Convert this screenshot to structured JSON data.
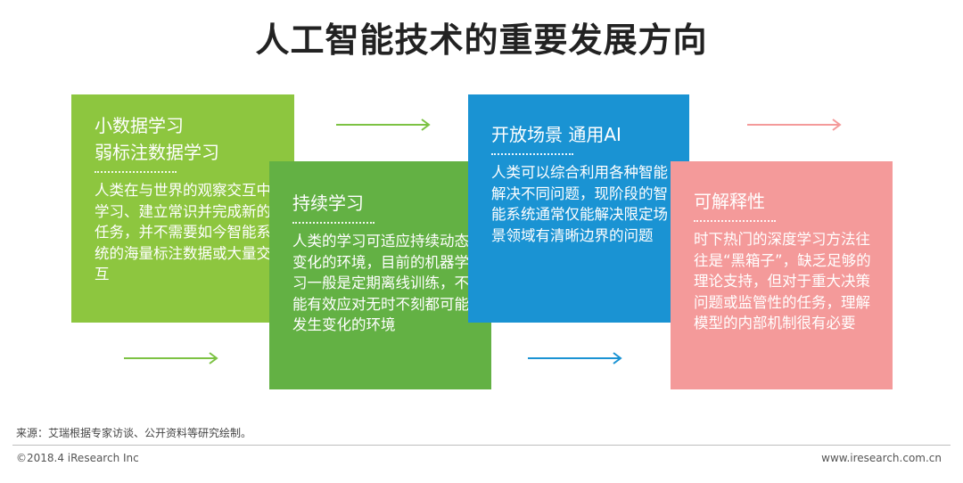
{
  "title": "人工智能技术的重要发展方向",
  "cards": [
    {
      "heading_lines": [
        "小数据学习",
        "弱标注数据学习"
      ],
      "body": "人类在与世界的观察交互中学习、建立常识并完成新的任务，并不需要如今智能系统的海量标注数据或大量交互",
      "color": "#8dc63f"
    },
    {
      "heading_lines": [
        "持续学习"
      ],
      "body": "人类的学习可适应持续动态变化的环境，目前的机器学习一般是定期离线训练，不能有效应对无时不刻都可能发生变化的环境",
      "color": "#63b144"
    },
    {
      "heading_lines": [
        "开放场景 通用AI"
      ],
      "body": "人类可以综合利用各种智能解决不同问题，现阶段的智能系统通常仅能解决限定场景领域有清晰边界的问题",
      "color": "#1a93d3"
    },
    {
      "heading_lines": [
        "可解释性"
      ],
      "body": "时下热门的深度学习方法往往是“黑箱子”，缺乏足够的理论支持，但对于重大决策问题或监管性的任务，理解模型的内部机制很有必要",
      "color": "#f49a9a"
    }
  ],
  "arrow_colors": {
    "green": "#7cc243",
    "blue": "#1a93d3",
    "pink": "#f49a9a"
  },
  "footer": {
    "source": "来源：艾瑞根据专家访谈、公开资料等研究绘制。",
    "copyright": "©2018.4 iResearch Inc",
    "website": "www.iresearch.com.cn"
  }
}
